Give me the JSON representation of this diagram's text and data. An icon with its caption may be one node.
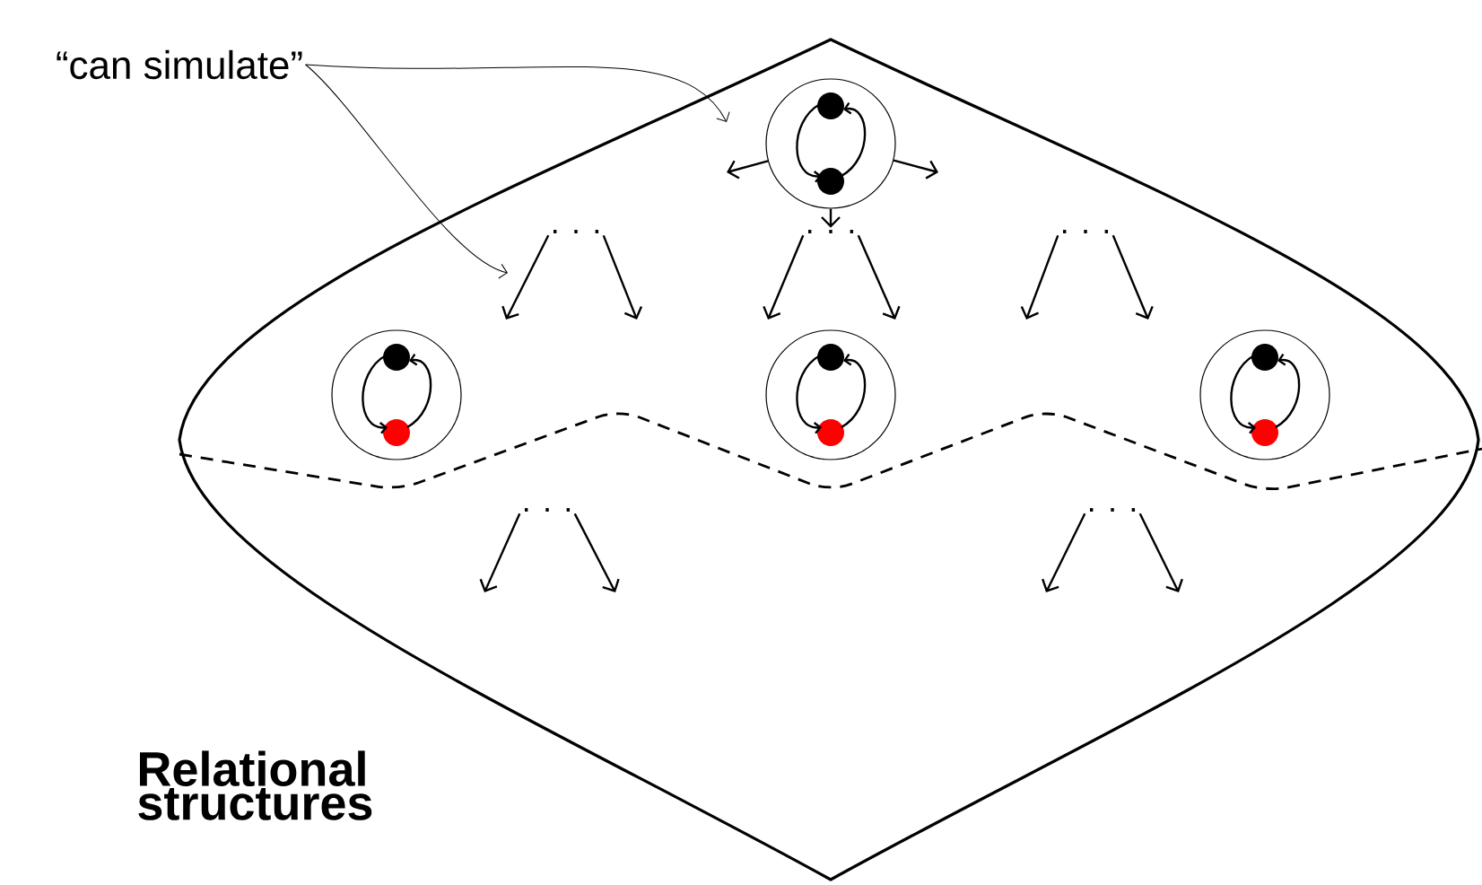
{
  "diagram": {
    "title": "Relational structures",
    "nodes": [
      {
        "text": [
          "“can simulate”"
        ]
      },
      {
        "text": [],
        "shape": "circle"
      },
      {
        "text": [
          ". . ."
        ]
      },
      {
        "text": [
          ". . ."
        ]
      },
      {
        "text": [
          ". . ."
        ]
      },
      {
        "text": [],
        "shape": "circle"
      },
      {
        "text": [],
        "shape": "circle"
      },
      {
        "text": [],
        "shape": "circle"
      },
      {
        "text": [
          ". . ."
        ]
      },
      {
        "text": [
          ". . ."
        ]
      }
    ],
    "edges": [
      {
        "from": 0,
        "to": null,
        "arrow": "to"
      },
      {
        "from": 0,
        "to": null,
        "arrow": "to"
      },
      {
        "from": 1,
        "to": null,
        "arrow": "to"
      },
      {
        "from": 1,
        "to": 3,
        "arrow": "to"
      },
      {
        "from": 1,
        "to": null,
        "arrow": "to"
      },
      {
        "from": 2,
        "to": null,
        "arrow": "to"
      },
      {
        "from": 2,
        "to": null,
        "arrow": "to"
      },
      {
        "from": 3,
        "to": null,
        "arrow": "to"
      },
      {
        "from": 3,
        "to": null,
        "arrow": "to"
      },
      {
        "from": 4,
        "to": null,
        "arrow": "to"
      },
      {
        "from": 4,
        "to": null,
        "arrow": "to"
      },
      {
        "from": 8,
        "to": null,
        "arrow": "to"
      },
      {
        "from": 8,
        "to": null,
        "arrow": "to"
      },
      {
        "from": 9,
        "to": null,
        "arrow": "to"
      },
      {
        "from": 9,
        "to": null,
        "arrow": "to"
      }
    ]
  }
}
